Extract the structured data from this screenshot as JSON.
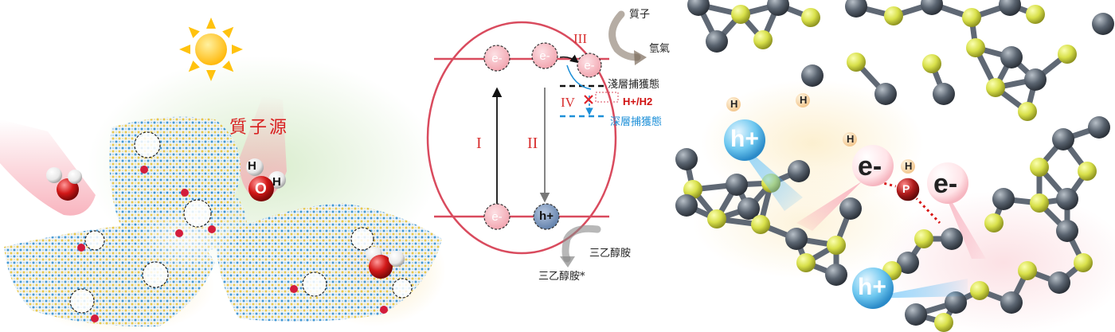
{
  "panels": {
    "left": {
      "title": "質子源",
      "water_atoms": {
        "hydrogen": "H",
        "oxygen": "O"
      }
    },
    "middle": {
      "electron": "e-",
      "hole": "h+",
      "steps": {
        "one": "I",
        "two": "II",
        "three": "III",
        "four": "IV"
      },
      "labels": {
        "proton": "質子",
        "hydrogen_gas": "氫氣",
        "shallow_trap": "淺層捕獲態",
        "h_couple": "H+/H2",
        "deep_trap": "深層捕獲態",
        "tea": "三乙醇胺",
        "tea_oxidized": "三乙醇胺*"
      }
    },
    "right": {
      "electron": "e-",
      "hole": "h+",
      "hydrogen": "H",
      "phosphorus": "P"
    }
  },
  "colors": {
    "band_red": "#d94b5e",
    "title_red": "#d82020",
    "deep_trap_blue": "#1e90d8",
    "carbon_gray": "#5a6470",
    "nitrogen_yellow": "#d8e04a",
    "phosphorus_red": "#b01c1c",
    "sun_yellow": "#ffc20e"
  }
}
